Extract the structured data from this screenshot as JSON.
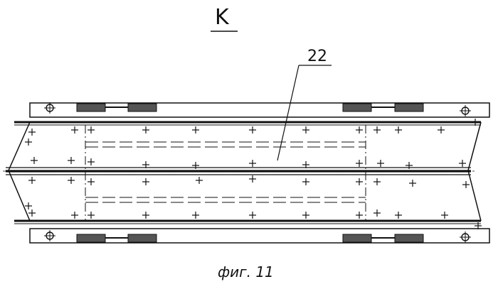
{
  "drawing": {
    "view_label": "K",
    "callout_label": "22",
    "caption": "фиг. 11"
  },
  "colors": {
    "line": "#111111",
    "background": "#ffffff"
  }
}
